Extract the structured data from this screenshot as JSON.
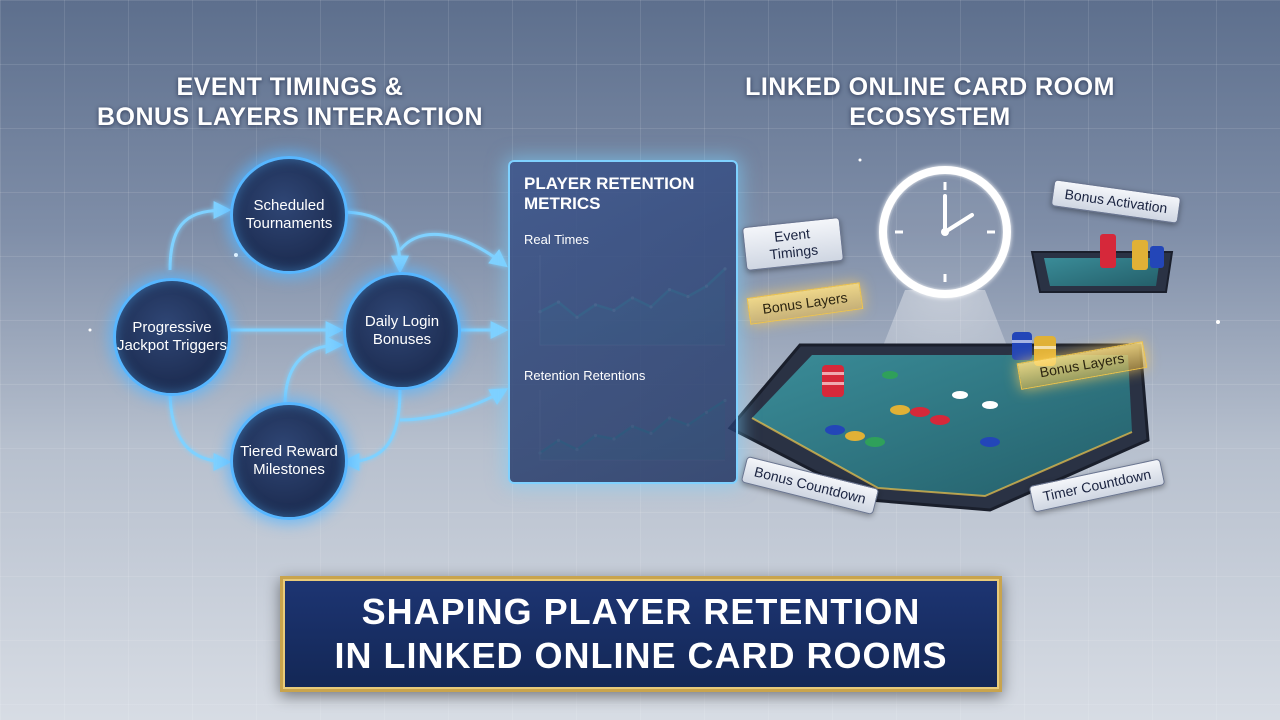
{
  "headings": {
    "left": [
      "EVENT TIMINGS &",
      "BONUS LAYERS INTERACTION"
    ],
    "right": [
      "LINKED ONLINE CARD ROOM",
      "ECOSYSTEM"
    ]
  },
  "nodes": {
    "scheduled_tournaments": [
      "Scheduled",
      "Tournaments"
    ],
    "progressive_jackpot": [
      "Progressive",
      "Jackpot Triggers"
    ],
    "daily_login": [
      "Daily Login",
      "Bonuses"
    ],
    "tiered_reward": [
      "Tiered Reward",
      "Milestones"
    ]
  },
  "panel": {
    "title": [
      "PLAYER RETENTION",
      "METRICS"
    ],
    "chart1_label": "Real Times",
    "chart2_label": "Retention Retentions"
  },
  "chart_data": [
    {
      "type": "area",
      "title": "Real Times",
      "x": [
        0,
        1,
        2,
        3,
        4,
        5,
        6,
        7,
        8,
        9,
        10
      ],
      "values": [
        48,
        62,
        40,
        58,
        50,
        68,
        55,
        80,
        70,
        85,
        110
      ],
      "ylim": [
        0,
        130
      ]
    },
    {
      "type": "area",
      "title": "Retention Retentions",
      "x": [
        0,
        1,
        2,
        3,
        4,
        5,
        6,
        7,
        8,
        9,
        10
      ],
      "values": [
        10,
        28,
        15,
        35,
        30,
        48,
        38,
        60,
        50,
        68,
        85
      ],
      "ylim": [
        0,
        100
      ]
    }
  ],
  "tags": {
    "event_timings": [
      "Event",
      "Timings"
    ],
    "bonus_layers_left": "Bonus Layers",
    "bonus_activation": "Bonus Activation",
    "bonus_layers_right": "Bonus Layers",
    "bonus_countdown": "Bonus Countdown",
    "timer_countdown": "Timer Countdown"
  },
  "banner": [
    "SHAPING PLAYER RETENTION",
    "IN LINKED ONLINE CARD ROOMS"
  ],
  "colors": {
    "node_glow": "#57b6ff",
    "chart_line": "#5ef0d8",
    "table_felt": "#2f7a86",
    "gold": "#f2c54a",
    "banner_bg": "#1d3573",
    "banner_border": "#c9a44d"
  }
}
